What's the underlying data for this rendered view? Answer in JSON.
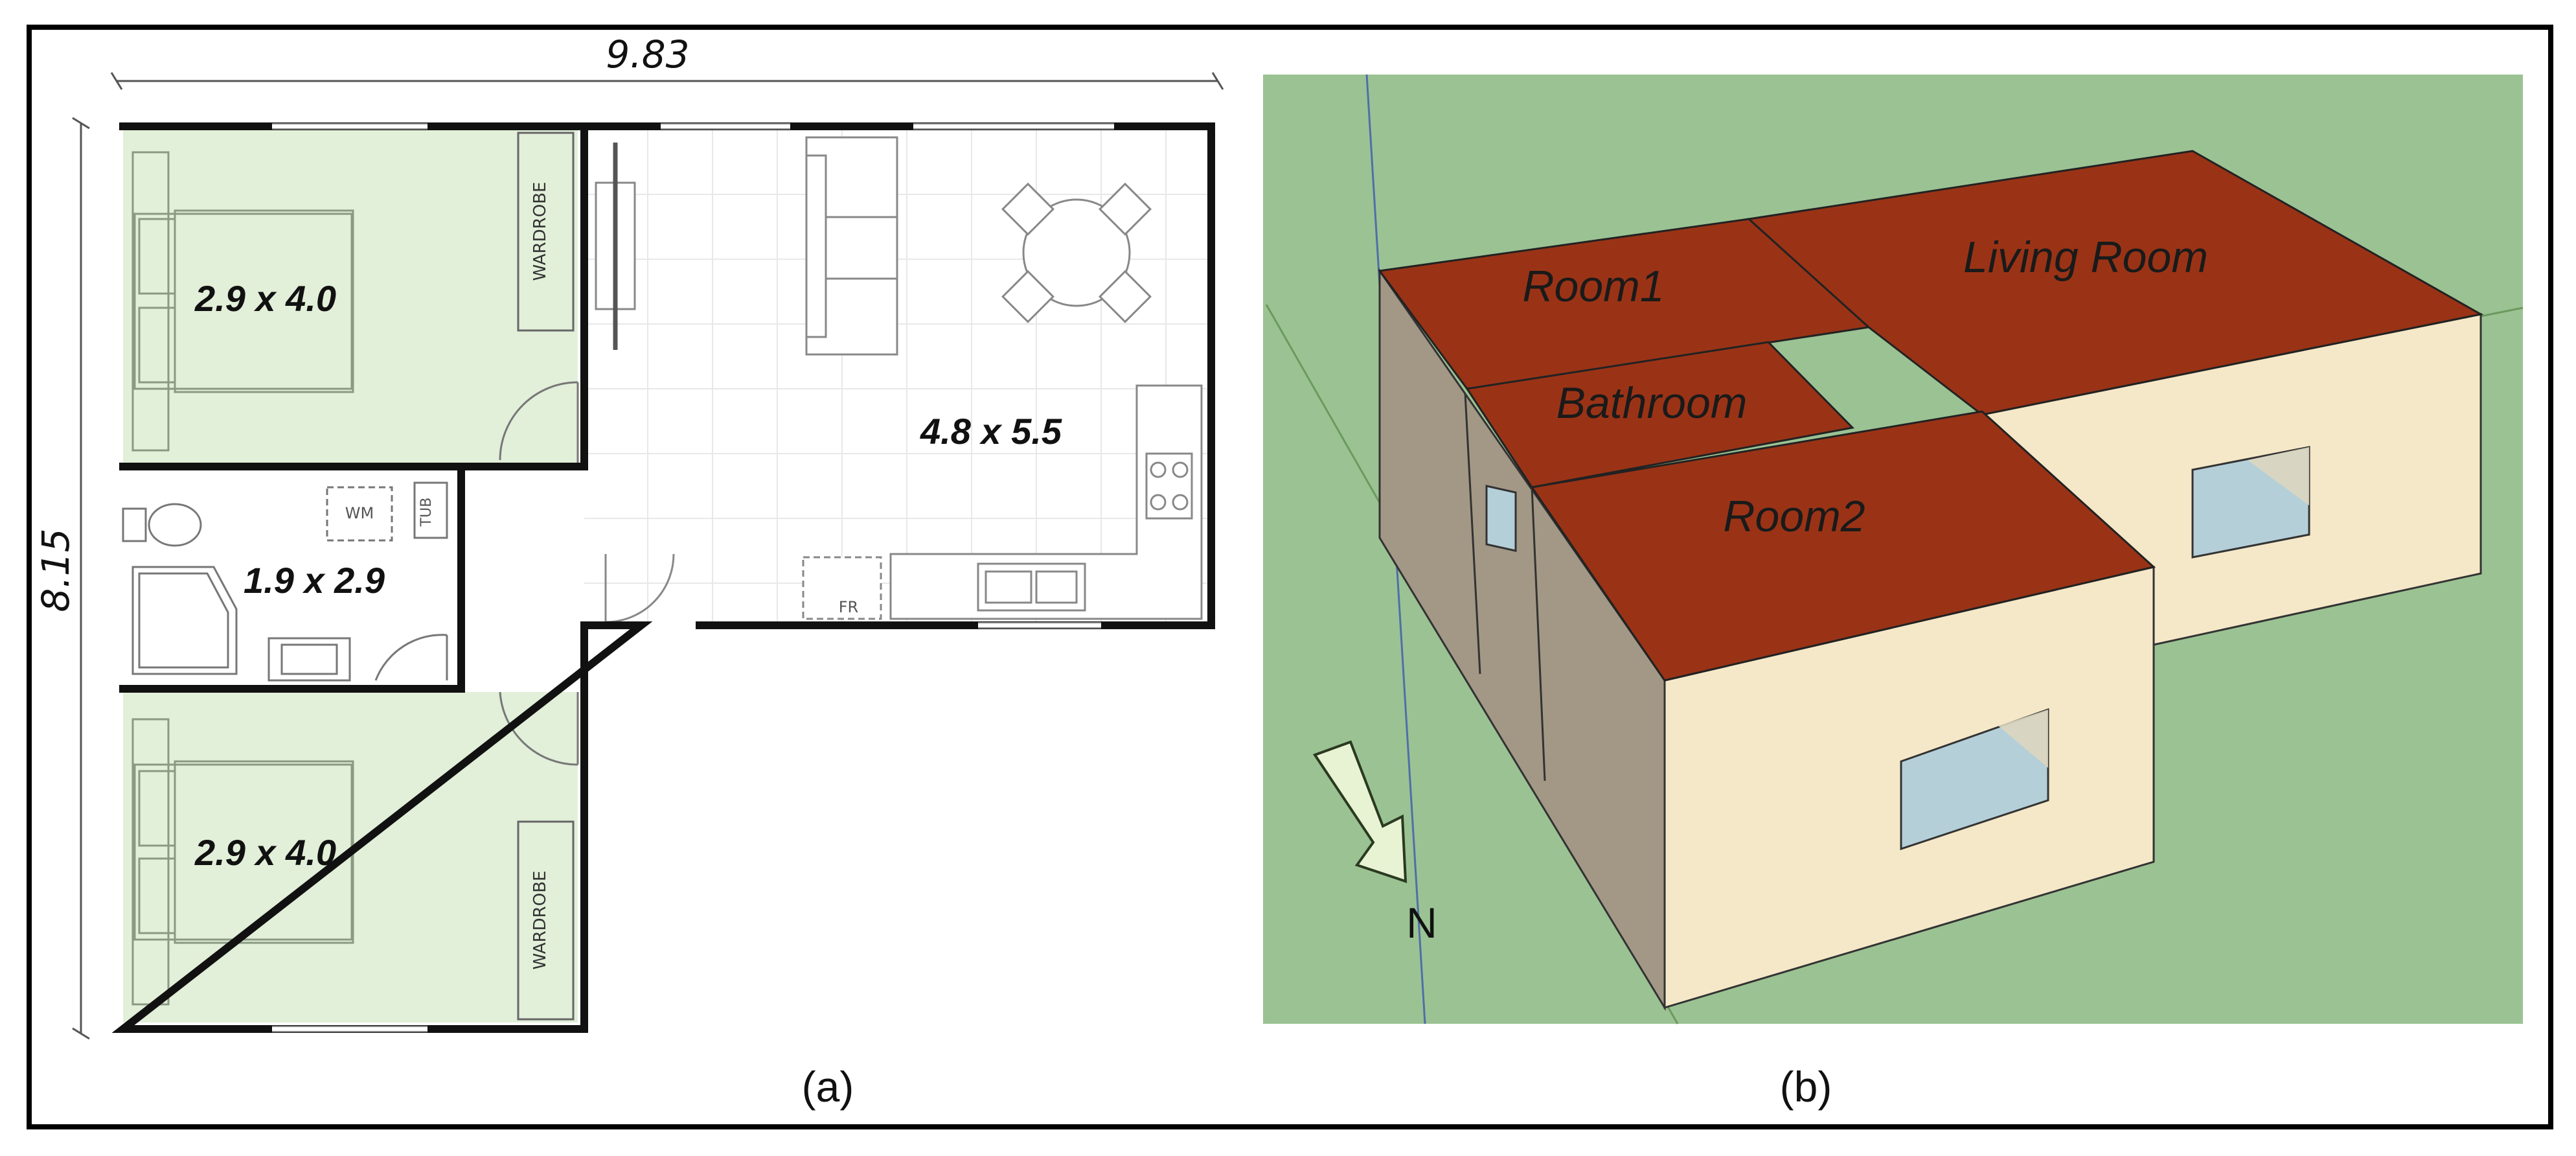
{
  "colors": {
    "frame": "#000000",
    "bedroom_fill": "#e2efd9",
    "wall": "#111111",
    "grid": "#e6e6e6",
    "ground": "#9bc293",
    "roof": "#9a3316",
    "wall_light": "#f5e8c8",
    "wall_dark": "#a39886",
    "window": "#b4cfd8",
    "compass_arrow": "#e8f3d3"
  },
  "plan": {
    "width_label": "9.83",
    "height_label": "8.15",
    "room_dims": {
      "bedroom_top": "2.9 x 4.0",
      "bedroom_bottom": "2.9 x 4.0",
      "bathroom": "1.9 x 2.9",
      "living": "4.8 x 5.5"
    },
    "fixtures": {
      "wardrobe_top": "WARDROBE",
      "wardrobe_bottom": "WARDROBE",
      "washing_machine": "WM",
      "tub": "TUB",
      "fridge": "FR"
    },
    "caption": "(a)"
  },
  "model": {
    "roof_labels": {
      "room1": "Room1",
      "living_room": "Living Room",
      "bathroom": "Bathroom",
      "room2": "Room2"
    },
    "compass": "N",
    "caption": "(b)"
  }
}
